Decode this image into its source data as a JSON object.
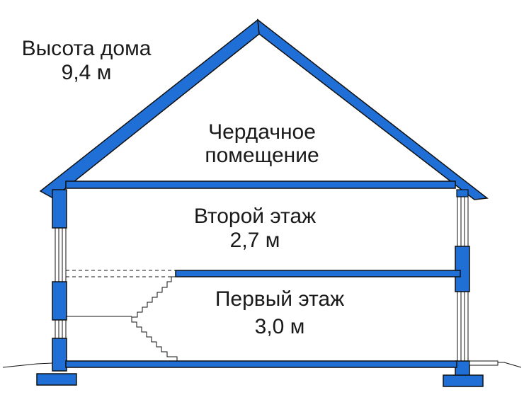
{
  "house_height": {
    "title": "Высота дома",
    "value": "9,4 м"
  },
  "attic": {
    "line1": "Чердачное",
    "line2": "помещение"
  },
  "second_floor": {
    "title": "Второй этаж",
    "height": "2,7 м"
  },
  "first_floor": {
    "title": "Первый этаж",
    "height": "3,0 м"
  },
  "colors": {
    "structure": "#1f6fd6",
    "outline": "#111111",
    "background": "#ffffff"
  }
}
